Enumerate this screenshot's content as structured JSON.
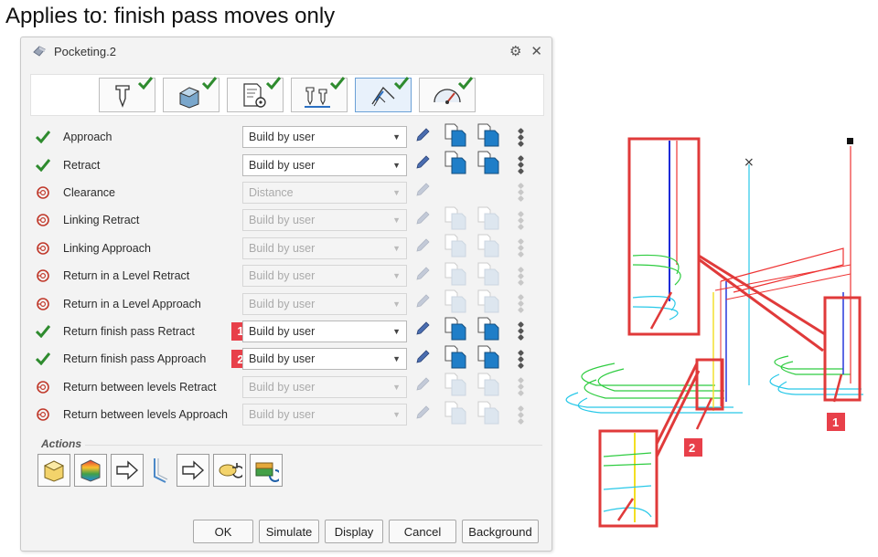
{
  "caption": "Applies to: finish pass moves only",
  "dialog": {
    "title": "Pocketing.2",
    "tabs": [
      {
        "name": "tool-tab",
        "icon": "tool-icon"
      },
      {
        "name": "geometry-tab",
        "icon": "part-geometry-icon"
      },
      {
        "name": "strategy-tab",
        "icon": "strategy-document-icon"
      },
      {
        "name": "feeds-tab",
        "icon": "feeds-speeds-icon"
      },
      {
        "name": "macros-tab",
        "icon": "macros-icon",
        "active": true
      },
      {
        "name": "speedometer-tab",
        "icon": "speedometer-icon"
      }
    ],
    "rows": [
      {
        "label": "Approach",
        "status": "check",
        "value": "Build by user",
        "enabled": true,
        "badge": ""
      },
      {
        "label": "Retract",
        "status": "check",
        "value": "Build by user",
        "enabled": true,
        "badge": ""
      },
      {
        "label": "Clearance",
        "status": "off",
        "value": "Distance",
        "enabled": false,
        "badge": "",
        "no_copy": true
      },
      {
        "label": "Linking Retract",
        "status": "off",
        "value": "Build by user",
        "enabled": false,
        "badge": ""
      },
      {
        "label": "Linking Approach",
        "status": "off",
        "value": "Build by user",
        "enabled": false,
        "badge": ""
      },
      {
        "label": "Return in a Level Retract",
        "status": "off",
        "value": "Build by user",
        "enabled": false,
        "badge": ""
      },
      {
        "label": "Return in a Level Approach",
        "status": "off",
        "value": "Build by user",
        "enabled": false,
        "badge": ""
      },
      {
        "label": "Return finish pass Retract",
        "status": "check",
        "value": "Build by user",
        "enabled": true,
        "badge": "1"
      },
      {
        "label": "Return finish pass Approach",
        "status": "check",
        "value": "Build by user",
        "enabled": true,
        "badge": "2"
      },
      {
        "label": "Return between levels Retract",
        "status": "off",
        "value": "Build by user",
        "enabled": false,
        "badge": ""
      },
      {
        "label": "Return between levels Approach",
        "status": "off",
        "value": "Build by user",
        "enabled": false,
        "badge": ""
      }
    ],
    "actions_title": "Actions",
    "actions": [
      "add-axial-icon",
      "add-helix-icon",
      "arrow-icon",
      "ramp-icon",
      "arrow-icon",
      "sweep-icon",
      "remove-icon"
    ],
    "footer": {
      "ok": "OK",
      "simulate": "Simulate",
      "display": "Display",
      "cancel": "Cancel",
      "background": "Background"
    }
  },
  "viewport": {
    "callout_1": "1",
    "callout_2": "2"
  },
  "colors": {
    "check": "#2e8b2e",
    "badge": "#e8404a",
    "off_icon": "#c0392b",
    "pencil": "#4a6db0",
    "callout_box": "#e03a3a"
  }
}
